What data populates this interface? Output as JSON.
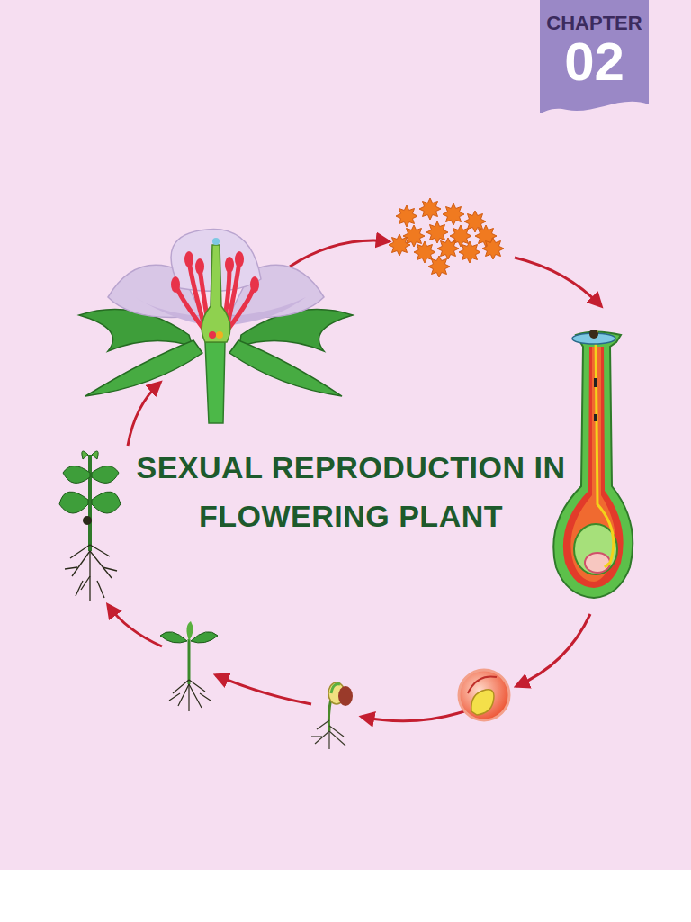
{
  "diagram": {
    "title": "SEXUAL REPRODUCTION IN FLOWERING PLANT",
    "nodes": [
      {
        "text": [
          "CHAPTER",
          "02"
        ]
      }
    ]
  }
}
